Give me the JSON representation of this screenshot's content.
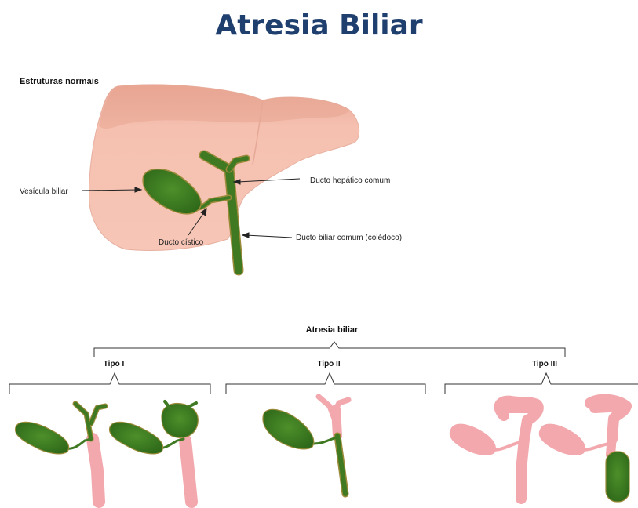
{
  "title": "Atresia Biliar",
  "normal": {
    "heading": "Estruturas normais",
    "labels": {
      "gallbladder": "Vesícula biliar",
      "common_hepatic": "Ducto  hepático comum",
      "cystic": "Ducto cístico",
      "common_bile": "Ducto biliar comum (colédoco)"
    }
  },
  "classification": {
    "heading": "Atresia biliar",
    "types": [
      "Tipo I",
      "Tipo II",
      "Tipo III"
    ]
  },
  "colors": {
    "title": "#1f3f6e",
    "liver": "#f4b9a8",
    "liver_dark": "#e8a898",
    "duct_green": "#3f7a22",
    "duct_green_edge": "#a08a3a",
    "atretic_pink": "#f2a8ad"
  }
}
